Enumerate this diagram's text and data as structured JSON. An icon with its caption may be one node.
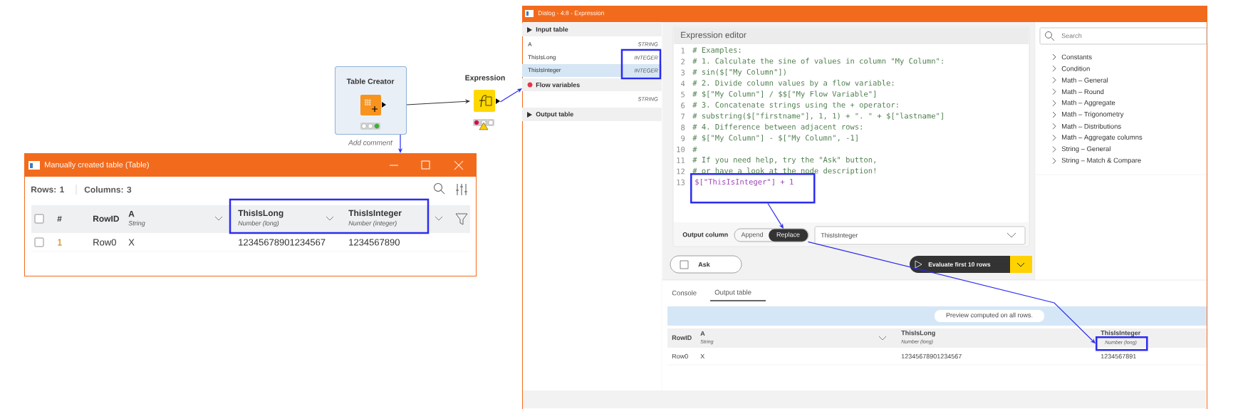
{
  "diagram": {
    "nodes": [
      {
        "text": [
          "Table Creator"
        ],
        "beside": [
          "Add comment"
        ]
      },
      {
        "text": [
          "Expression"
        ]
      },
      {
        "text": [
          "Manually created table (Table)"
        ]
      },
      {
        "text": [
          "Dialog - 4:8 - Expression"
        ]
      },
      {
        "text": [
          "$[\"ThisIsInteger\"] + 1"
        ],
        "in": 3
      },
      {
        "text": [
          "Replace"
        ],
        "in": 3
      },
      {
        "text": [
          "Number (long)"
        ],
        "in": 3
      }
    ],
    "edges": [
      {
        "from": 0,
        "to": 2,
        "arrow": "to"
      },
      {
        "from": 0,
        "to": 1,
        "arrow": "to",
        "color": "#333333"
      },
      {
        "from": 1,
        "to": 3,
        "arrow": "to"
      },
      {
        "from": 4,
        "to": 5,
        "arrow": "to"
      },
      {
        "from": 5,
        "to": 6,
        "arrow": "to"
      }
    ],
    "labels": [
      "Rows: 1",
      "Columns: 3",
      "#",
      "RowID",
      "A",
      "String",
      "ThisIsLong",
      "Number (long)",
      "ThisIsInteger",
      "Number (integer)",
      "1",
      "Row0",
      "X",
      "12345678901234567",
      "1234567890",
      "Input table",
      "A",
      "STRING",
      "ThisIsLong",
      "INTEGER",
      "ThisIsInteger",
      "INTEGER",
      "Flow variables",
      "STRING",
      "Output table",
      "Expression editor",
      "1",
      "# Examples:",
      "2",
      "# 1. Calculate the sine of values in column \"My Column\":",
      "3",
      "# sin($[\"My Column\"])",
      "4",
      "# 2. Divide column values by a flow variable:",
      "5",
      "# $[\"My Column\"] / $$[\"My Flow Variable\"]",
      "6",
      "# 3. Concatenate strings using the + operator:",
      "7",
      "# substring($[\"firstname\"], 1, 1) + \". \" + $[\"lastname\"]",
      "8",
      "# 4. Difference between adjacent rows:",
      "9",
      "# $[\"My Column\"] - $[\"My Column\", -1]",
      "10",
      "#",
      "11",
      "# If you need help, try the \"Ask\" button,",
      "12",
      "# or have a look at the node description!",
      "13",
      "Output column",
      "Append",
      "ThisIsInteger",
      "Ask",
      "Evaluate first 10 rows",
      "Search",
      "Constants",
      "Condition",
      "Math – General",
      "Math – Round",
      "Math – Aggregate",
      "Math – Trigonometry",
      "Math – Distributions",
      "Math – Aggregate columns",
      "String – General",
      "String – Match & Compare",
      "Console",
      "Output table",
      "Preview computed on all rows.",
      "RowID",
      "A",
      "String",
      "ThisIsLong",
      "Number (long)",
      "ThisIsInteger",
      "Row0",
      "X",
      "12345678901234567",
      "1234567891"
    ]
  }
}
